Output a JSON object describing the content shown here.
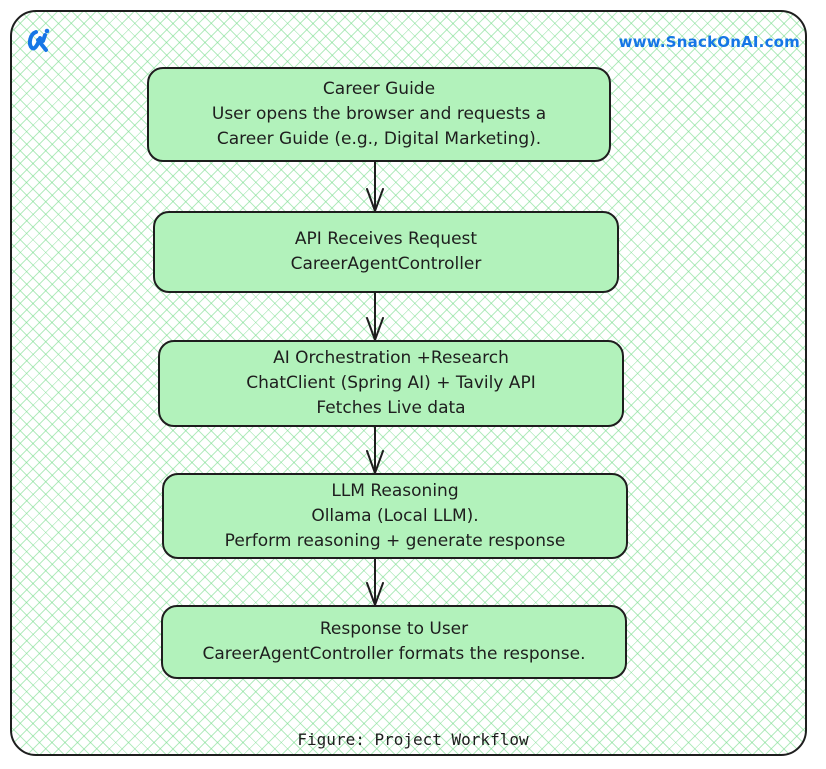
{
  "header": {
    "logo_icon": "snackonai-logo-icon",
    "website": "www.SnackOnAI.com",
    "brand_color": "#1676e6"
  },
  "diagram": {
    "fill_color": "#b2f2bb",
    "stroke_color": "#1e1e1e",
    "steps": [
      {
        "title": "Career Guide",
        "lines": [
          "User opens the browser and requests a",
          "Career Guide (e.g., Digital Marketing)."
        ]
      },
      {
        "title": "API Receives Request",
        "lines": [
          "CareerAgentController"
        ]
      },
      {
        "title": "AI Orchestration +Research",
        "lines": [
          "ChatClient (Spring AI) + Tavily API",
          "Fetches Live data"
        ]
      },
      {
        "title": "LLM Reasoning",
        "lines": [
          "Ollama (Local LLM).",
          "Perform reasoning + generate response"
        ]
      },
      {
        "title": "Response to User",
        "lines": [
          "CareerAgentController formats the response."
        ]
      }
    ],
    "edges": [
      {
        "from": 0,
        "to": 1
      },
      {
        "from": 1,
        "to": 2
      },
      {
        "from": 2,
        "to": 3
      },
      {
        "from": 3,
        "to": 4
      }
    ]
  },
  "caption": "Figure: Project Workflow"
}
